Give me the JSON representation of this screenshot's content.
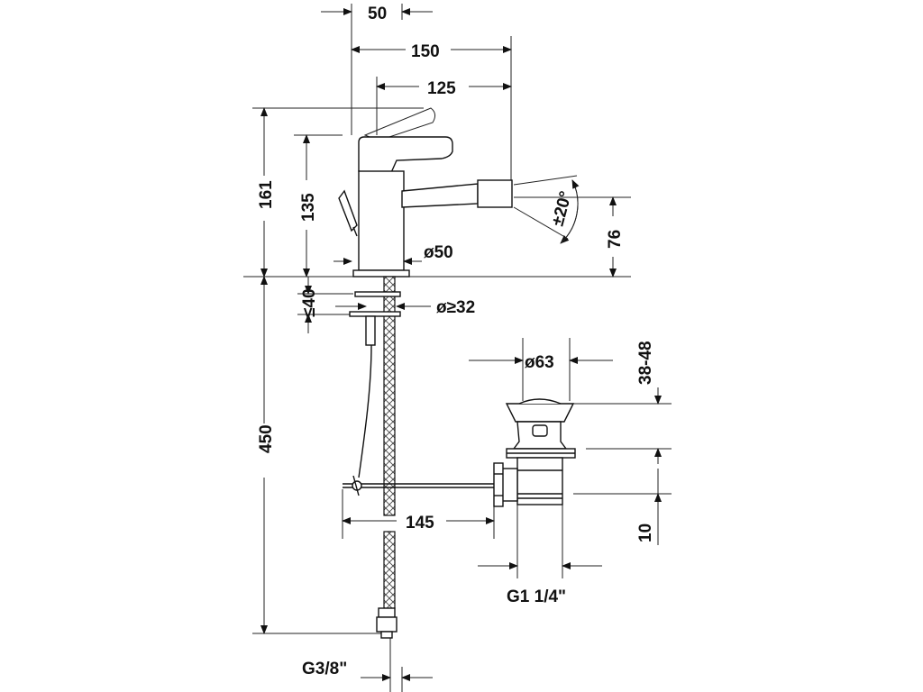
{
  "dimensions": {
    "top_50": "50",
    "width_150": "150",
    "reach_125": "125",
    "height_161": "161",
    "height_135": "135",
    "spout_76": "76",
    "angle": "±20°",
    "base_dia": "ø50",
    "hole_dia": "ø≥32",
    "deck": "≤40",
    "hose_450": "450",
    "waste_dia": "ø63",
    "waste_range": "38-48",
    "rod_145": "145",
    "waste_10": "10",
    "waste_thread": "G1 1/4\"",
    "hose_thread": "G3/8\""
  }
}
